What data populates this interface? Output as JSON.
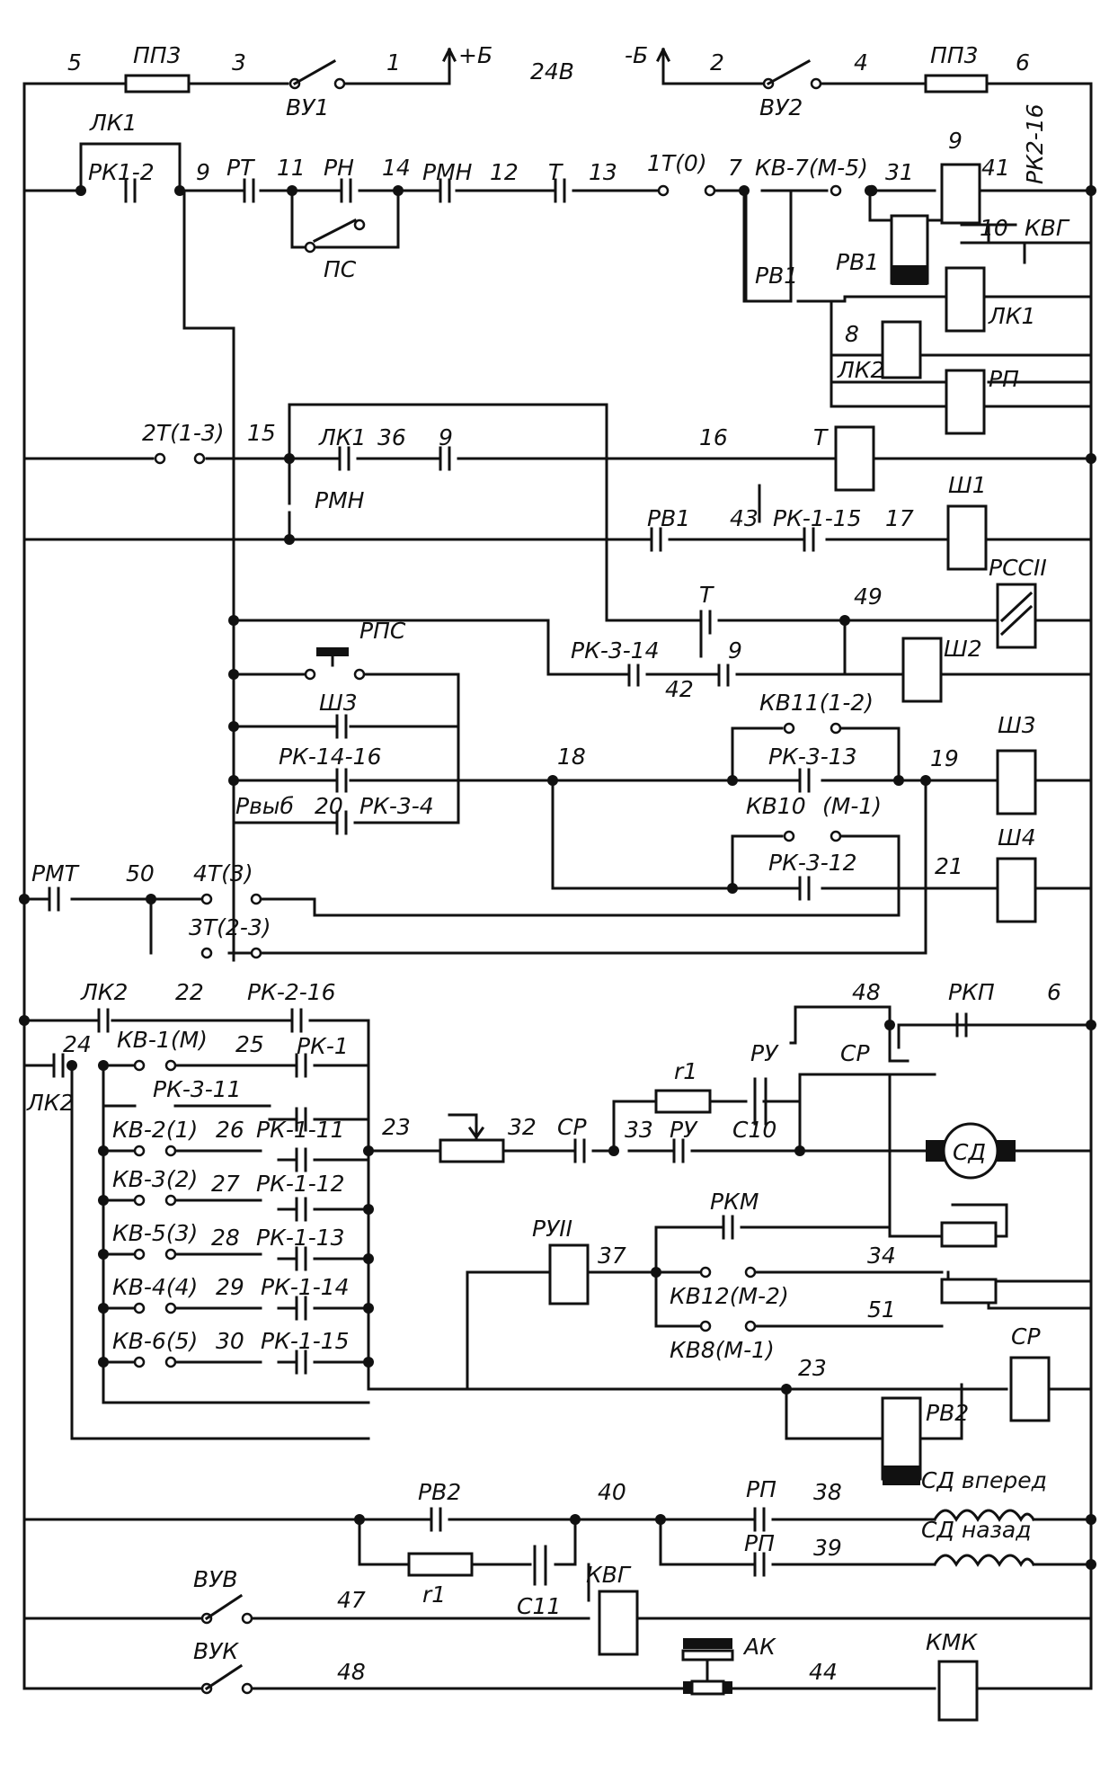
{
  "labels": [
    {
      "id": "w5",
      "t": "5"
    },
    {
      "id": "pp3a",
      "t": "ПП3"
    },
    {
      "id": "w3",
      "t": "3"
    },
    {
      "id": "vu1",
      "t": "ВУ1"
    },
    {
      "id": "w1",
      "t": "1"
    },
    {
      "id": "plusb",
      "t": "+Б"
    },
    {
      "id": "v24",
      "t": "24В"
    },
    {
      "id": "minusb",
      "t": "-Б"
    },
    {
      "id": "w2",
      "t": "2"
    },
    {
      "id": "vu2",
      "t": "ВУ2"
    },
    {
      "id": "w4",
      "t": "4"
    },
    {
      "id": "pp3b",
      "t": "ПП3"
    },
    {
      "id": "w6",
      "t": "6"
    },
    {
      "id": "lk1t",
      "t": "ЛК1"
    },
    {
      "id": "rk12",
      "t": "РК1-2"
    },
    {
      "id": "w9a",
      "t": "9"
    },
    {
      "id": "rt",
      "t": "РТ"
    },
    {
      "id": "w11",
      "t": "11"
    },
    {
      "id": "rn",
      "t": "РН"
    },
    {
      "id": "w14",
      "t": "14"
    },
    {
      "id": "rmn1",
      "t": "РМН"
    },
    {
      "id": "w12",
      "t": "12"
    },
    {
      "id": "t1",
      "t": "Т"
    },
    {
      "id": "w13",
      "t": "13"
    },
    {
      "id": "t1_0",
      "t": "1Т(0)"
    },
    {
      "id": "w7",
      "t": "7"
    },
    {
      "id": "kv7",
      "t": "КВ-7(М-5)"
    },
    {
      "id": "w31",
      "t": "31"
    },
    {
      "id": "w9b",
      "t": "9"
    },
    {
      "id": "w41",
      "t": "41"
    },
    {
      "id": "rk216a",
      "t": "РК2-16"
    },
    {
      "id": "w10",
      "t": "10"
    },
    {
      "id": "kvg1",
      "t": "КВГ"
    },
    {
      "id": "ps",
      "t": "ПС"
    },
    {
      "id": "rv1c",
      "t": "РВ1"
    },
    {
      "id": "rv1k",
      "t": "РВ1"
    },
    {
      "id": "lk1c",
      "t": "ЛК1"
    },
    {
      "id": "w8",
      "t": "8"
    },
    {
      "id": "lk2c",
      "t": "ЛК2"
    },
    {
      "id": "rpc",
      "t": "РП"
    },
    {
      "id": "t2",
      "t": "2Т(1-3)"
    },
    {
      "id": "w15",
      "t": "15"
    },
    {
      "id": "lk1k",
      "t": "ЛК1"
    },
    {
      "id": "w36",
      "t": "36"
    },
    {
      "id": "w9c",
      "t": "9"
    },
    {
      "id": "w16",
      "t": "16"
    },
    {
      "id": "tc",
      "t": "Т"
    },
    {
      "id": "rmn2",
      "t": "РМН"
    },
    {
      "id": "rv1k2",
      "t": "РВ1"
    },
    {
      "id": "w43",
      "t": "43"
    },
    {
      "id": "rk115a",
      "t": "РК-1-15"
    },
    {
      "id": "w17",
      "t": "17"
    },
    {
      "id": "sh1",
      "t": "Ш1"
    },
    {
      "id": "rss2",
      "t": "РССII"
    },
    {
      "id": "tk",
      "t": "Т"
    },
    {
      "id": "w49",
      "t": "49"
    },
    {
      "id": "rps",
      "t": "РПС"
    },
    {
      "id": "rk314",
      "t": "РК-3-14"
    },
    {
      "id": "w9d",
      "t": "9"
    },
    {
      "id": "w42",
      "t": "42"
    },
    {
      "id": "sh2",
      "t": "Ш2"
    },
    {
      "id": "sh3k",
      "t": "Ш3"
    },
    {
      "id": "kv11",
      "t": "КВ11(1-2)"
    },
    {
      "id": "rk1416",
      "t": "РК-14-16"
    },
    {
      "id": "w18",
      "t": "18"
    },
    {
      "id": "rk313",
      "t": "РК-3-13"
    },
    {
      "id": "w19",
      "t": "19"
    },
    {
      "id": "sh3c",
      "t": "Ш3"
    },
    {
      "id": "rvyb",
      "t": "Pвыб"
    },
    {
      "id": "w20",
      "t": "20"
    },
    {
      "id": "rk34",
      "t": "РК-3-4"
    },
    {
      "id": "kv10",
      "t": "КВ10"
    },
    {
      "id": "m1",
      "t": "(М-1)"
    },
    {
      "id": "sh4",
      "t": "Ш4"
    },
    {
      "id": "rk312",
      "t": "РК-3-12"
    },
    {
      "id": "w21",
      "t": "21"
    },
    {
      "id": "rmt",
      "t": "РМТ"
    },
    {
      "id": "w50",
      "t": "50"
    },
    {
      "id": "t4",
      "t": "4Т(3)"
    },
    {
      "id": "t3",
      "t": "3Т(2-3)"
    },
    {
      "id": "lk2a",
      "t": "ЛК2"
    },
    {
      "id": "w22",
      "t": "22"
    },
    {
      "id": "rk216b",
      "t": "РК-2-16"
    },
    {
      "id": "w48a",
      "t": "48"
    },
    {
      "id": "rkp",
      "t": "РКП"
    },
    {
      "id": "w6b",
      "t": "6"
    },
    {
      "id": "w24",
      "t": "24"
    },
    {
      "id": "kv1",
      "t": "КВ-1(М)"
    },
    {
      "id": "w25",
      "t": "25"
    },
    {
      "id": "rk1",
      "t": "РК-1"
    },
    {
      "id": "lk2b",
      "t": "ЛК2"
    },
    {
      "id": "rk311",
      "t": "РК-3-11"
    },
    {
      "id": "r1a",
      "t": "r1"
    },
    {
      "id": "ru1",
      "t": "РУ"
    },
    {
      "id": "sr1",
      "t": "СР"
    },
    {
      "id": "kv2",
      "t": "КВ-2(1)"
    },
    {
      "id": "w26",
      "t": "26"
    },
    {
      "id": "rk111",
      "t": "РК-1-11"
    },
    {
      "id": "w23a",
      "t": "23"
    },
    {
      "id": "w32",
      "t": "32"
    },
    {
      "id": "sr2",
      "t": "СР"
    },
    {
      "id": "w33",
      "t": "33"
    },
    {
      "id": "ru2",
      "t": "РУ"
    },
    {
      "id": "c10",
      "t": "С10"
    },
    {
      "id": "sd",
      "t": "СД"
    },
    {
      "id": "kv3",
      "t": "КВ-3(2)"
    },
    {
      "id": "w27",
      "t": "27"
    },
    {
      "id": "rk112",
      "t": "РК-1-12"
    },
    {
      "id": "rkm",
      "t": "РКМ"
    },
    {
      "id": "ru2c",
      "t": "РУII"
    },
    {
      "id": "kv5",
      "t": "КВ-5(3)"
    },
    {
      "id": "w28",
      "t": "28"
    },
    {
      "id": "rk113",
      "t": "РК-1-13"
    },
    {
      "id": "w37",
      "t": "37"
    },
    {
      "id": "w34",
      "t": "34"
    },
    {
      "id": "kv4",
      "t": "КВ-4(4)"
    },
    {
      "id": "w29",
      "t": "29"
    },
    {
      "id": "rk114",
      "t": "РК-1-14"
    },
    {
      "id": "kv12",
      "t": "КВ12(М-2)"
    },
    {
      "id": "w51",
      "t": "51"
    },
    {
      "id": "kv6",
      "t": "КВ-6(5)"
    },
    {
      "id": "w30",
      "t": "30"
    },
    {
      "id": "rk115b",
      "t": "РК-1-15"
    },
    {
      "id": "kv8",
      "t": "КВ8(М-1)"
    },
    {
      "id": "w23b",
      "t": "23"
    },
    {
      "id": "srcoil",
      "t": "СР"
    },
    {
      "id": "rv2c",
      "t": "РВ2"
    },
    {
      "id": "sdfwd",
      "t": "СД вперед"
    },
    {
      "id": "rv2k",
      "t": "РВ2"
    },
    {
      "id": "w40",
      "t": "40"
    },
    {
      "id": "rp1",
      "t": "РП"
    },
    {
      "id": "w38",
      "t": "38"
    },
    {
      "id": "sdback",
      "t": "СД назад"
    },
    {
      "id": "rp2",
      "t": "РП"
    },
    {
      "id": "w39",
      "t": "39"
    },
    {
      "id": "r1b",
      "t": "r1"
    },
    {
      "id": "c11",
      "t": "С11"
    },
    {
      "id": "kvg2",
      "t": "КВГ"
    },
    {
      "id": "vuv",
      "t": "ВУВ"
    },
    {
      "id": "w47",
      "t": "47"
    },
    {
      "id": "vuk",
      "t": "ВУК"
    },
    {
      "id": "w48b",
      "t": "48"
    },
    {
      "id": "ak",
      "t": "АК"
    },
    {
      "id": "w44",
      "t": "44"
    },
    {
      "id": "kmk",
      "t": "КМК"
    }
  ]
}
